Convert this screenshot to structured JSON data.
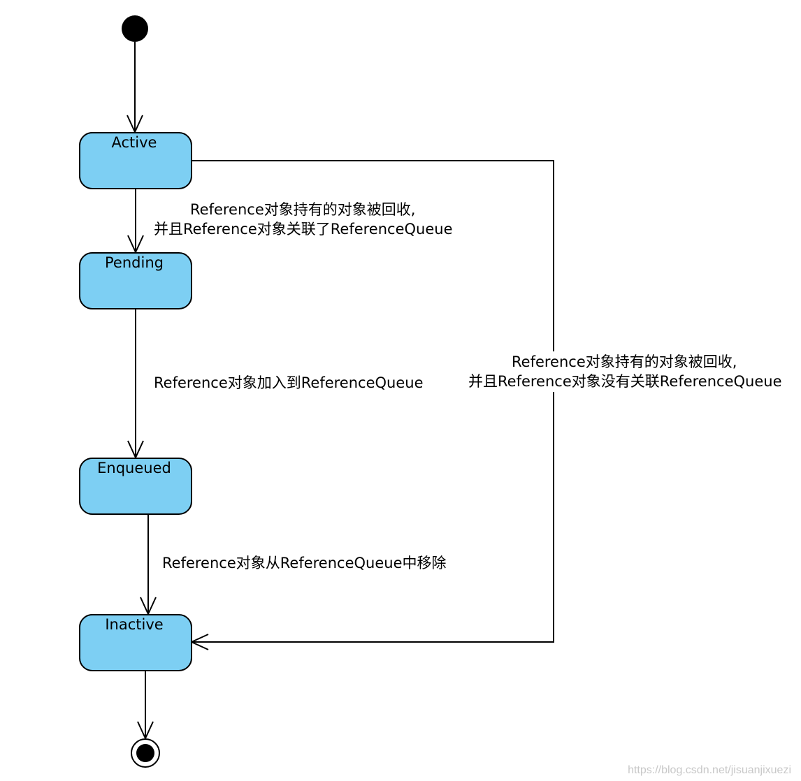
{
  "diagram": {
    "states": {
      "active": "Active",
      "pending": "Pending",
      "enqueued": "Enqueued",
      "inactive": "Inactive"
    },
    "transitions": {
      "active_to_pending": {
        "line1": "Reference对象持有的对象被回收,",
        "line2": "并且Reference对象关联了ReferenceQueue"
      },
      "pending_to_enqueued": "Reference对象加入到ReferenceQueue",
      "enqueued_to_inactive": "Reference对象从ReferenceQueue中移除",
      "active_to_inactive": {
        "line1": "Reference对象持有的对象被回收,",
        "line2": "并且Reference对象没有关联ReferenceQueue"
      }
    },
    "colors": {
      "state_fill": "#7dcff3",
      "stroke": "#000000",
      "background": "#ffffff"
    }
  },
  "watermark": "https://blog.csdn.net/jisuanjixuezi"
}
